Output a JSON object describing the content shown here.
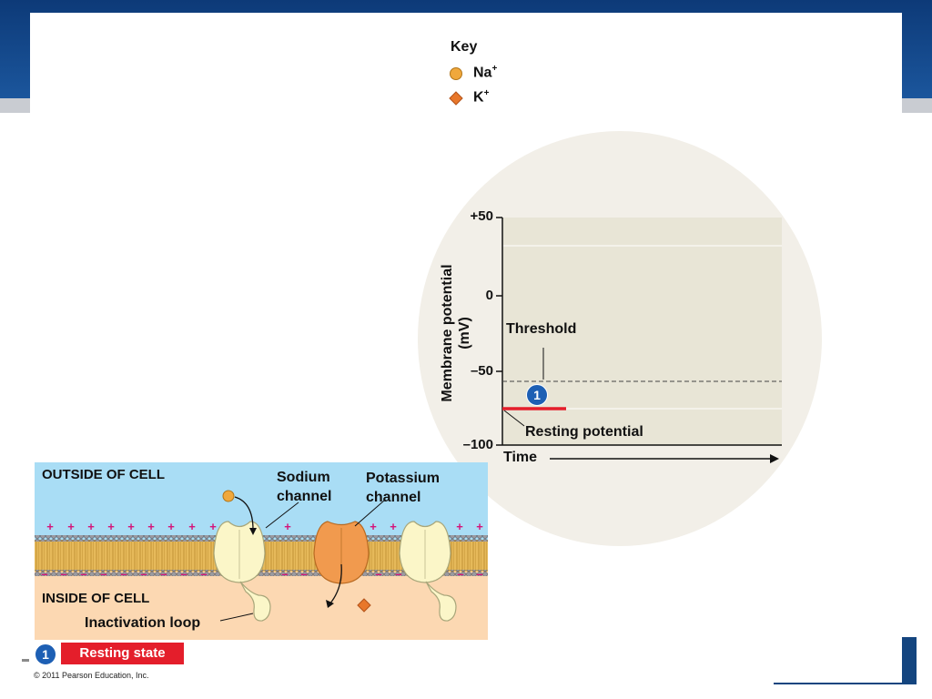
{
  "key": {
    "title": "Key",
    "na_label": "Na",
    "na_charge": "+",
    "k_label": "K",
    "k_charge": "+",
    "na_color": "#f0a83c",
    "k_color": "#e8772a"
  },
  "graph": {
    "y_axis_label_line1": "Membrane potential",
    "y_axis_label_line2": "(mV)",
    "x_axis_label": "Time",
    "ticks": [
      "+50",
      "0",
      "–50",
      "–100"
    ],
    "threshold_label": "Threshold",
    "resting_label": "Resting potential",
    "step_number": "1",
    "trace_color": "#e41e2b"
  },
  "membrane": {
    "outside_label": "OUTSIDE OF CELL",
    "inside_label": "INSIDE OF CELL",
    "sodium_label_line1": "Sodium",
    "sodium_label_line2": "channel",
    "potassium_label_line1": "Potassium",
    "potassium_label_line2": "channel",
    "inactivation_label": "Inactivation loop",
    "outside_charge": "+",
    "inside_charge": "–"
  },
  "stage": {
    "number": "1",
    "label": "Resting state"
  },
  "copyright": "© 2011 Pearson Education, Inc."
}
